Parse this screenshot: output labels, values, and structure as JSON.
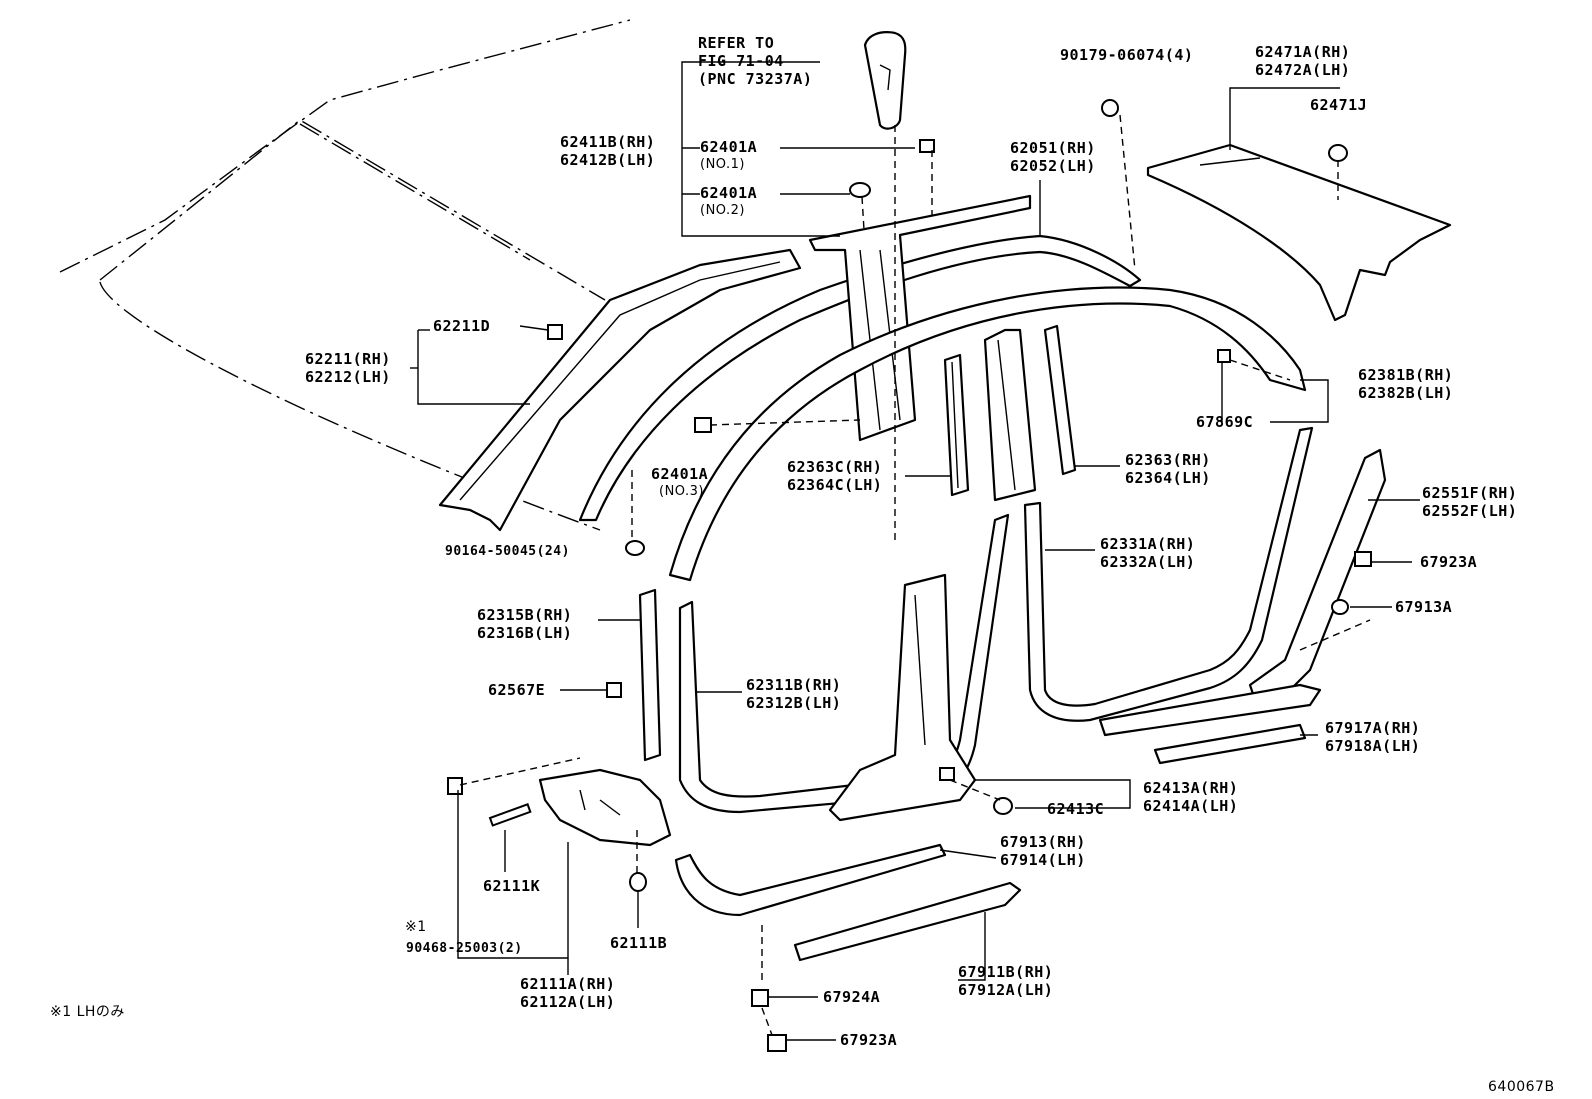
{
  "labels": {
    "refer_line1": "REFER TO",
    "refer_line2": "FIG 71-04",
    "refer_line3": "(PNC 73237A)",
    "p62411b_rh": "62411B(RH)",
    "p62412b_lh": "62412B(LH)",
    "p62401a_1": "62401A",
    "no1": "(NO.1)",
    "p62401a_2": "62401A",
    "no2": "(NO.2)",
    "p90179": "90179-06074(4)",
    "p62471a_rh": "62471A(RH)",
    "p62472a_lh": "62472A(LH)",
    "p62471j": "62471J",
    "p62051_rh": "62051(RH)",
    "p62052_lh": "62052(LH)",
    "p62211d": "62211D",
    "p62211_rh": "62211(RH)",
    "p62212_lh": "62212(LH)",
    "p62381b_rh": "62381B(RH)",
    "p62382b_lh": "62382B(LH)",
    "p67869c": "67869C",
    "p62401a_3": "62401A",
    "no3": "(NO.3)",
    "p62363c_rh": "62363C(RH)",
    "p62364c_lh": "62364C(LH)",
    "p62363_rh": "62363(RH)",
    "p62364_lh": "62364(LH)",
    "p62551f_rh": "62551F(RH)",
    "p62552f_lh": "62552F(LH)",
    "p90164": "90164-50045(24)",
    "p62331a_rh": "62331A(RH)",
    "p62332a_lh": "62332A(LH)",
    "p67923a_top": "67923A",
    "p67913a": "67913A",
    "p62315b_rh": "62315B(RH)",
    "p62316b_lh": "62316B(LH)",
    "p62567e": "62567E",
    "p62311b_rh": "62311B(RH)",
    "p62312b_lh": "62312B(LH)",
    "p67917a_rh": "67917A(RH)",
    "p67918a_lh": "67918A(LH)",
    "p62413a_rh": "62413A(RH)",
    "p62414a_lh": "62414A(LH)",
    "p62413c": "62413C",
    "p67913_rh": "67913(RH)",
    "p67914_lh": "67914(LH)",
    "p62111k": "62111K",
    "mark1": "※1",
    "p90468": "90468-25003(2)",
    "p62111b": "62111B",
    "p62111a_rh": "62111A(RH)",
    "p62112a_lh": "62112A(LH)",
    "p67911b_rh": "67911B(RH)",
    "p67912a_lh": "67912A(LH)",
    "p67924a": "67924A",
    "p67923a_bottom": "67923A",
    "footnote": "※1 LHのみ",
    "figure_code": "640067B"
  }
}
